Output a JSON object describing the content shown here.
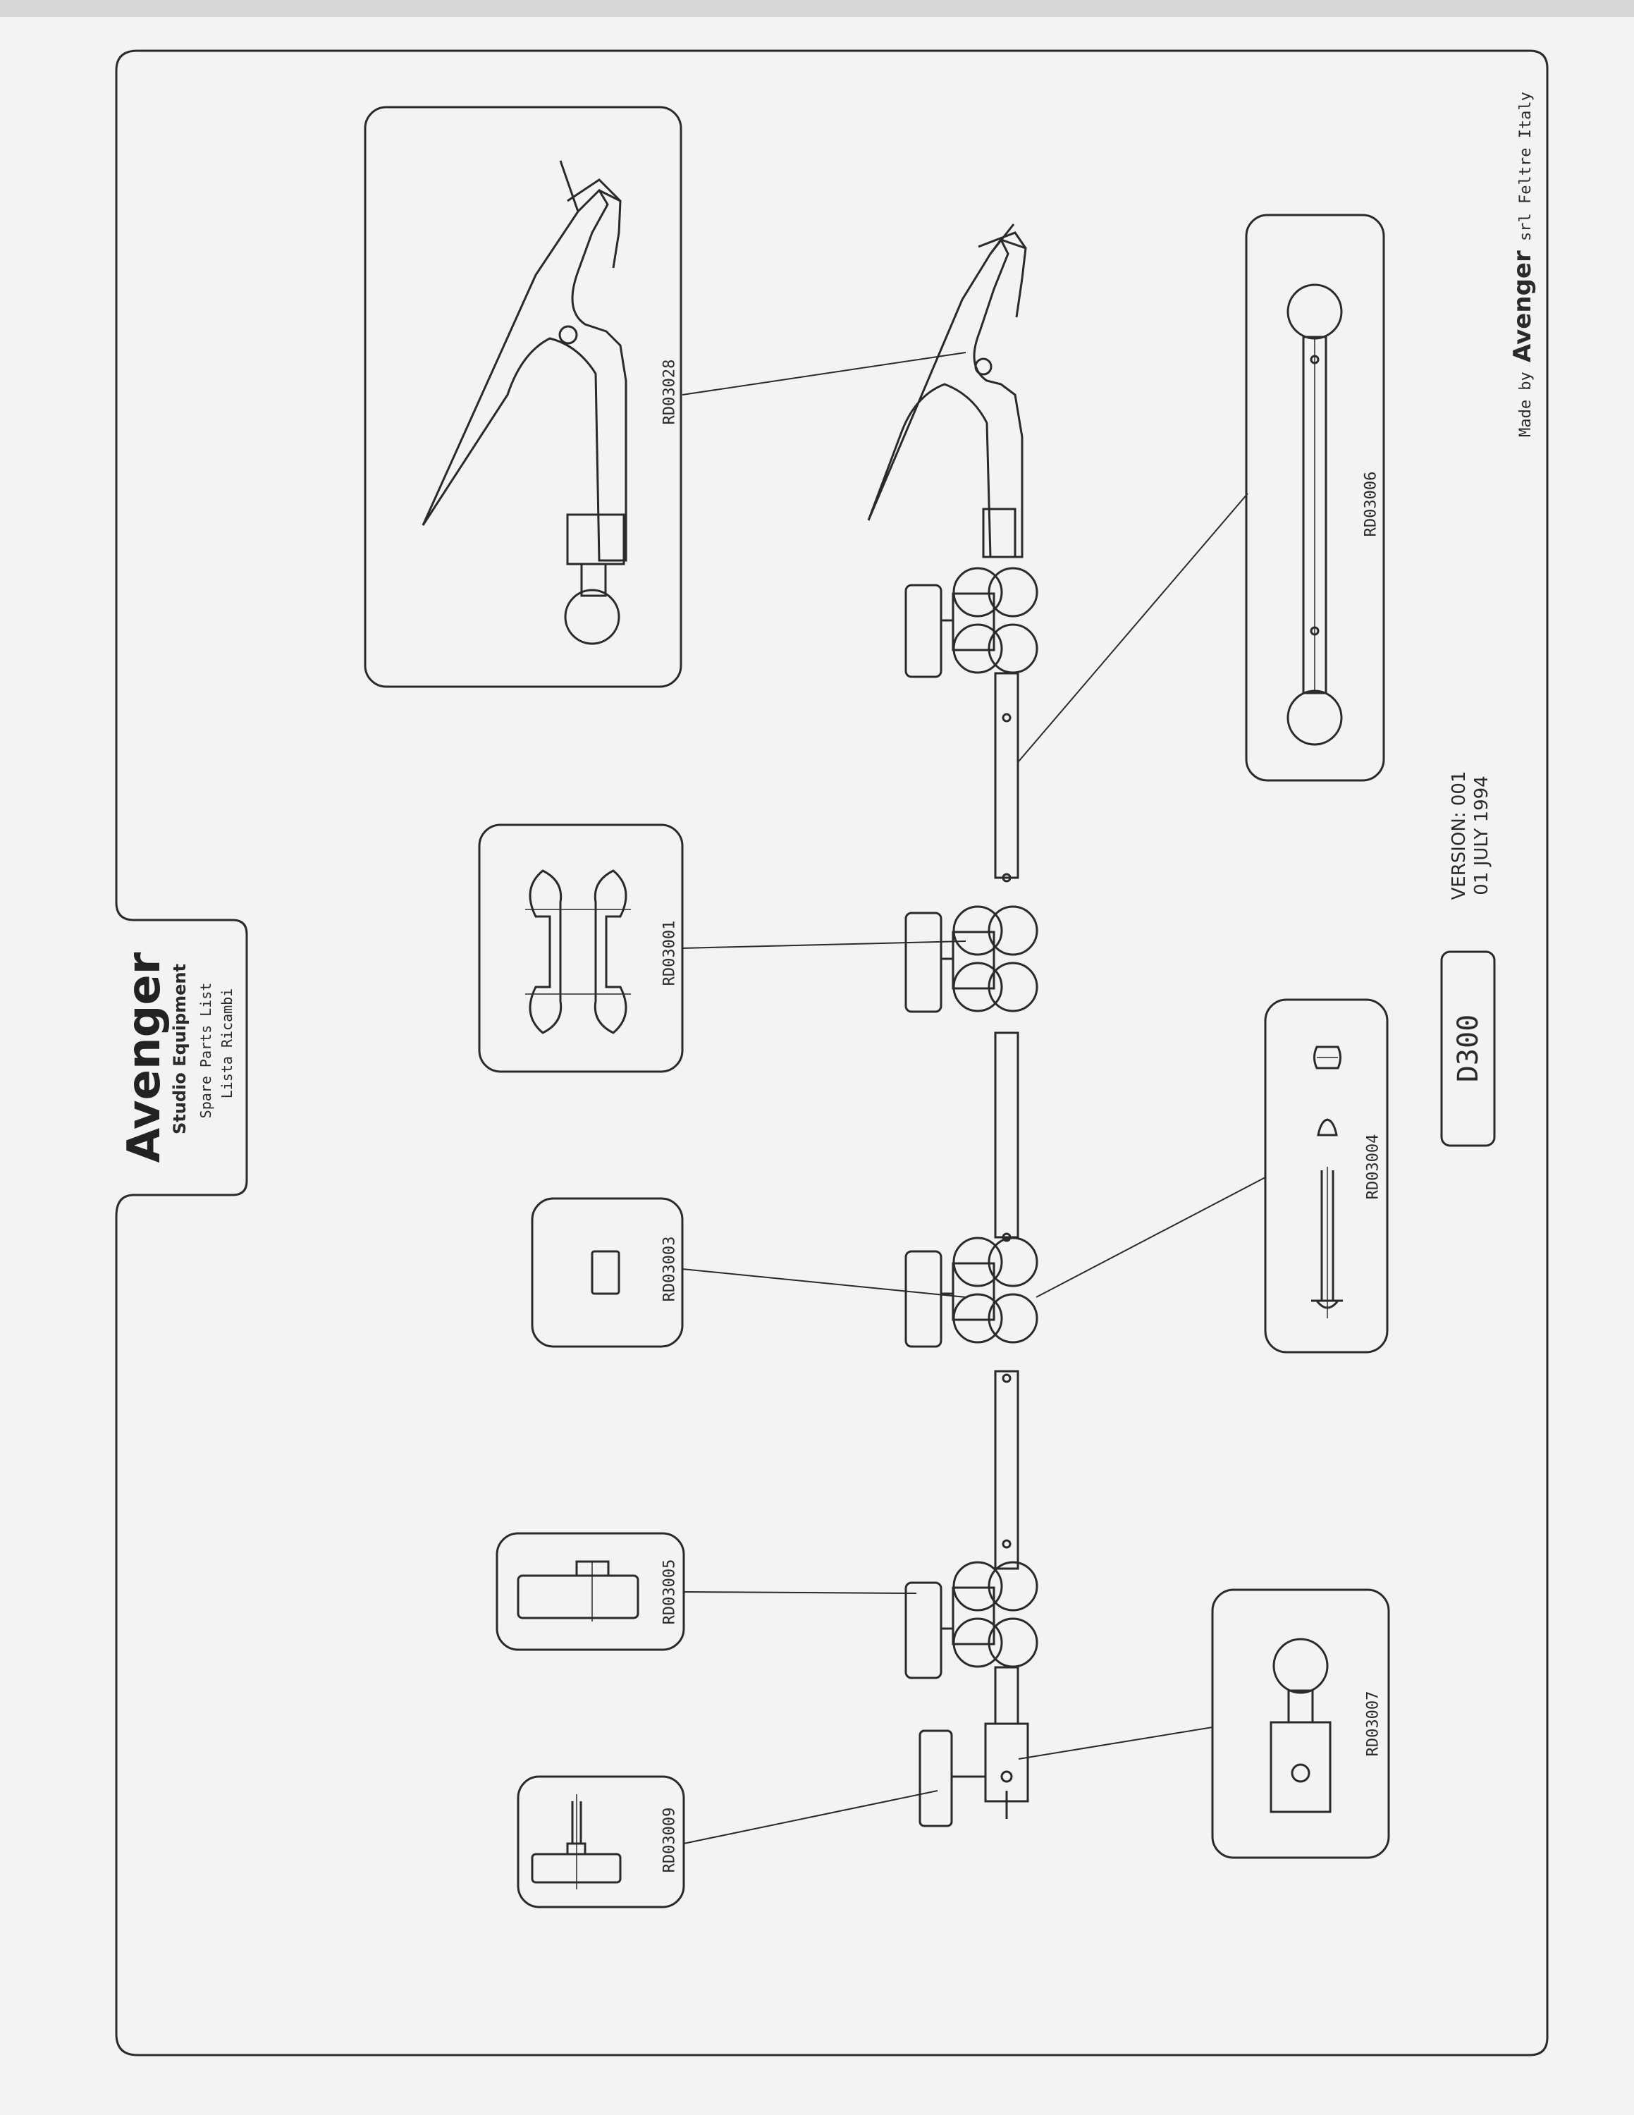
{
  "brand": {
    "name": "Avenger",
    "subtitle": "Studio Equipment",
    "list_en": "Spare Parts List",
    "list_it": "Lista Ricambi"
  },
  "footer": {
    "made_by_prefix": "Made by",
    "made_by_brand": "Avenger",
    "made_by_suffix": "srl  Feltre Italy"
  },
  "model": "D300",
  "version": {
    "line1": "VERSION: 001",
    "line2": "01 JULY 1994"
  },
  "parts": [
    {
      "code": "RD03028",
      "icon": "clamp-icon"
    },
    {
      "code": "RD03006",
      "icon": "extension-rod-icon"
    },
    {
      "code": "RD03001",
      "icon": "jaw-pads-icon"
    },
    {
      "code": "RD03003",
      "icon": "square-nut-icon"
    },
    {
      "code": "RD03004",
      "icon": "pin-and-washer-icon"
    },
    {
      "code": "RD03005",
      "icon": "t-handle-icon"
    },
    {
      "code": "RD03007",
      "icon": "ball-socket-icon"
    },
    {
      "code": "RD03009",
      "icon": "t-screw-icon"
    }
  ],
  "colors": {
    "paper": "#f3f3f3",
    "ink": "#2a2a2a"
  }
}
